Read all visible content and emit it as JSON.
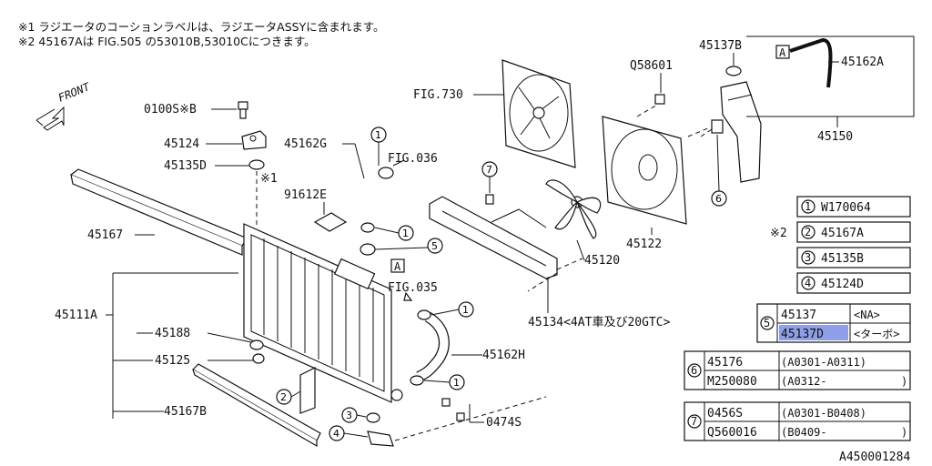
{
  "notes": {
    "note1": "※1 ラジエータのコーションラベルは、ラジエータASSYに含まれます。",
    "note2": "※2 45167Aは FIG.505 の53010B,53010Cにつきます。"
  },
  "front_label": "FRONT",
  "figure_id": "A450001284",
  "callouts": {
    "c0100s": "0100S※B",
    "c45124": "45124",
    "c45135d": "45135D",
    "c45167": "45167",
    "c45111a": "45111A",
    "c45188": "45188",
    "c45125": "45125",
    "c45167b": "45167B",
    "c45162g": "45162G",
    "cfig036": "FIG.036",
    "cstar1": "※1",
    "c91612e": "91612E",
    "cfig035": "FIG.035",
    "c45162h": "45162H",
    "c0474s": "0474S",
    "cfig730": "FIG.730",
    "cq58601": "Q58601",
    "c45137b": "45137B",
    "c45162a": "45162A",
    "c45150": "45150",
    "c45120": "45120",
    "c45122": "45122",
    "c45134": "45134<4AT車及び20GTC>",
    "cA1": "A",
    "cA2": "A"
  },
  "circle_marks": {
    "n1": "1",
    "n2": "2",
    "n3": "3",
    "n4": "4",
    "n5": "5",
    "n6": "6",
    "n7": "7"
  },
  "legend_simple": [
    {
      "num": "1",
      "part": "W170064",
      "prefix": ""
    },
    {
      "num": "2",
      "part": "45167A",
      "prefix": "※2"
    },
    {
      "num": "3",
      "part": "45135B",
      "prefix": ""
    },
    {
      "num": "4",
      "part": "45124D",
      "prefix": ""
    }
  ],
  "legend_5": {
    "num": "5",
    "rows": [
      {
        "part": "45137",
        "cond": "<NA>"
      },
      {
        "part": "45137D",
        "cond": "<ターボ>"
      }
    ],
    "highlight_color": "#8f9fe8"
  },
  "legend_6": {
    "num": "6",
    "rows": [
      {
        "part": "45176",
        "cond": "(A0301-A0311)"
      },
      {
        "part": "M250080",
        "cond": "(A0312-",
        "end": ")"
      }
    ]
  },
  "legend_7": {
    "num": "7",
    "rows": [
      {
        "part": "0456S",
        "cond": "(A0301-B0408)"
      },
      {
        "part": "Q560016",
        "cond": "(B0409-",
        "end": ")"
      }
    ]
  }
}
